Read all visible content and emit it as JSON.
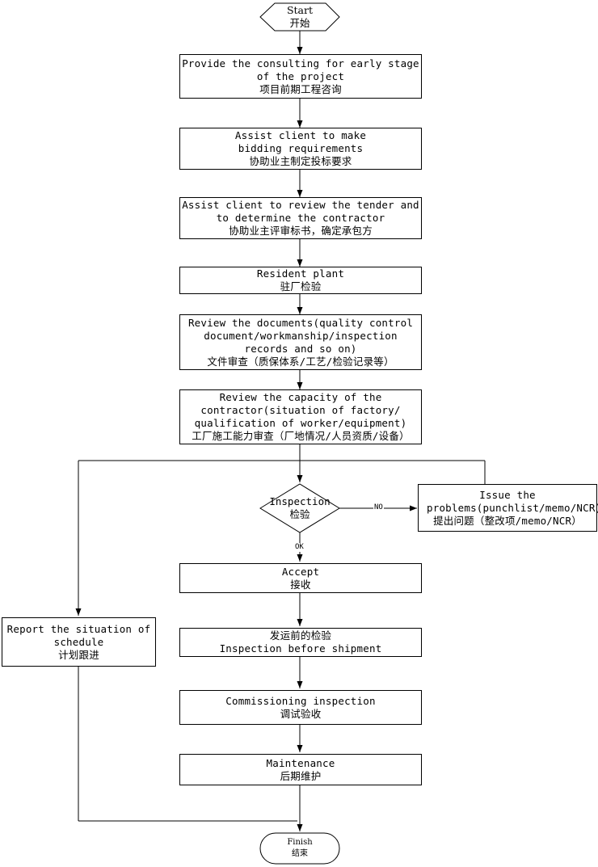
{
  "start": {
    "en": "Start",
    "cn": "开始"
  },
  "steps": [
    {
      "en": "Provide the consulting for early stage of the project",
      "cn": "项目前期工程咨询"
    },
    {
      "en": "Assist client to make bidding requirements",
      "cn": "协助业主制定投标要求"
    },
    {
      "en": "Assist client to review the tender and to determine the contractor",
      "cn": "协助业主评审标书，确定承包方"
    },
    {
      "en": "Resident plant",
      "cn": "驻厂检验"
    },
    {
      "en": "Review the documents(quality control document/workmanship/inspection records and so on)",
      "cn": "文件审查（质保体系/工艺/检验记录等）"
    },
    {
      "en": "Review the capacity of the contractor(situation of factory/ qualification of worker/equipment)",
      "cn": "工厂施工能力审查（厂地情况/人员资质/设备）"
    }
  ],
  "decision": {
    "en": "Inspection",
    "cn": "检验",
    "no_label": "NO",
    "ok_label": "OK"
  },
  "issue": {
    "en": "Issue the problems(punchlist/memo/NCR)",
    "cn": "提出问题（整改项/memo/NCR）"
  },
  "report": {
    "en": "Report the situation of schedule",
    "cn": "计划跟进"
  },
  "accept": {
    "en": "Accept",
    "cn": "接收"
  },
  "shipment": {
    "cn": "发运前的检验",
    "en": "Inspection before shipment"
  },
  "commissioning": {
    "en": "Commissioning inspection",
    "cn": "调试验收"
  },
  "maintenance": {
    "en": "Maintenance",
    "cn": "后期维护"
  },
  "finish": {
    "en": "Finish",
    "cn": "结束"
  }
}
